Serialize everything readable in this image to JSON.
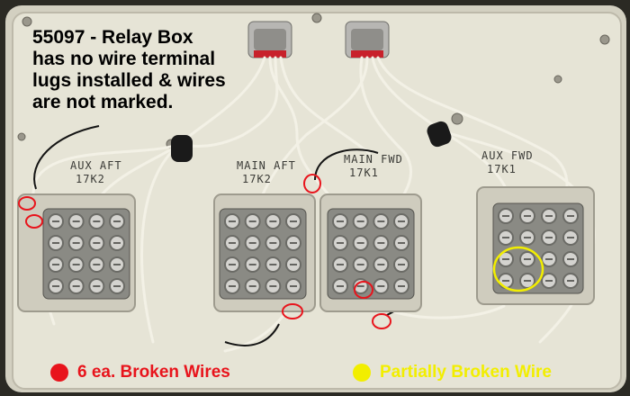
{
  "caption": {
    "line1": "55097 - Relay Box",
    "line2": "has no wire terminal",
    "line3": "lugs installed & wires",
    "line4": "are not marked."
  },
  "relays": [
    {
      "name": "AUX AFT",
      "code": "17K2"
    },
    {
      "name": "MAIN AFT",
      "code": "17K2"
    },
    {
      "name": "MAIN FWD",
      "code": "17K1"
    },
    {
      "name": "AUX FWD",
      "code": "17K1"
    }
  ],
  "legend": {
    "broken": {
      "label": "6 ea. Broken Wires",
      "color": "#e8141c"
    },
    "partial": {
      "label": "Partially Broken Wire",
      "color": "#f2ee00"
    }
  },
  "colors": {
    "panel": "#e4e2d4",
    "rim": "#cfccbd",
    "relay_body": "#8a8a84",
    "terminal": "#6b6b66",
    "connector": "#a8a8a6",
    "wire": "#f4f2e8"
  },
  "markers": {
    "broken_count": 6,
    "partial_count": 1
  }
}
